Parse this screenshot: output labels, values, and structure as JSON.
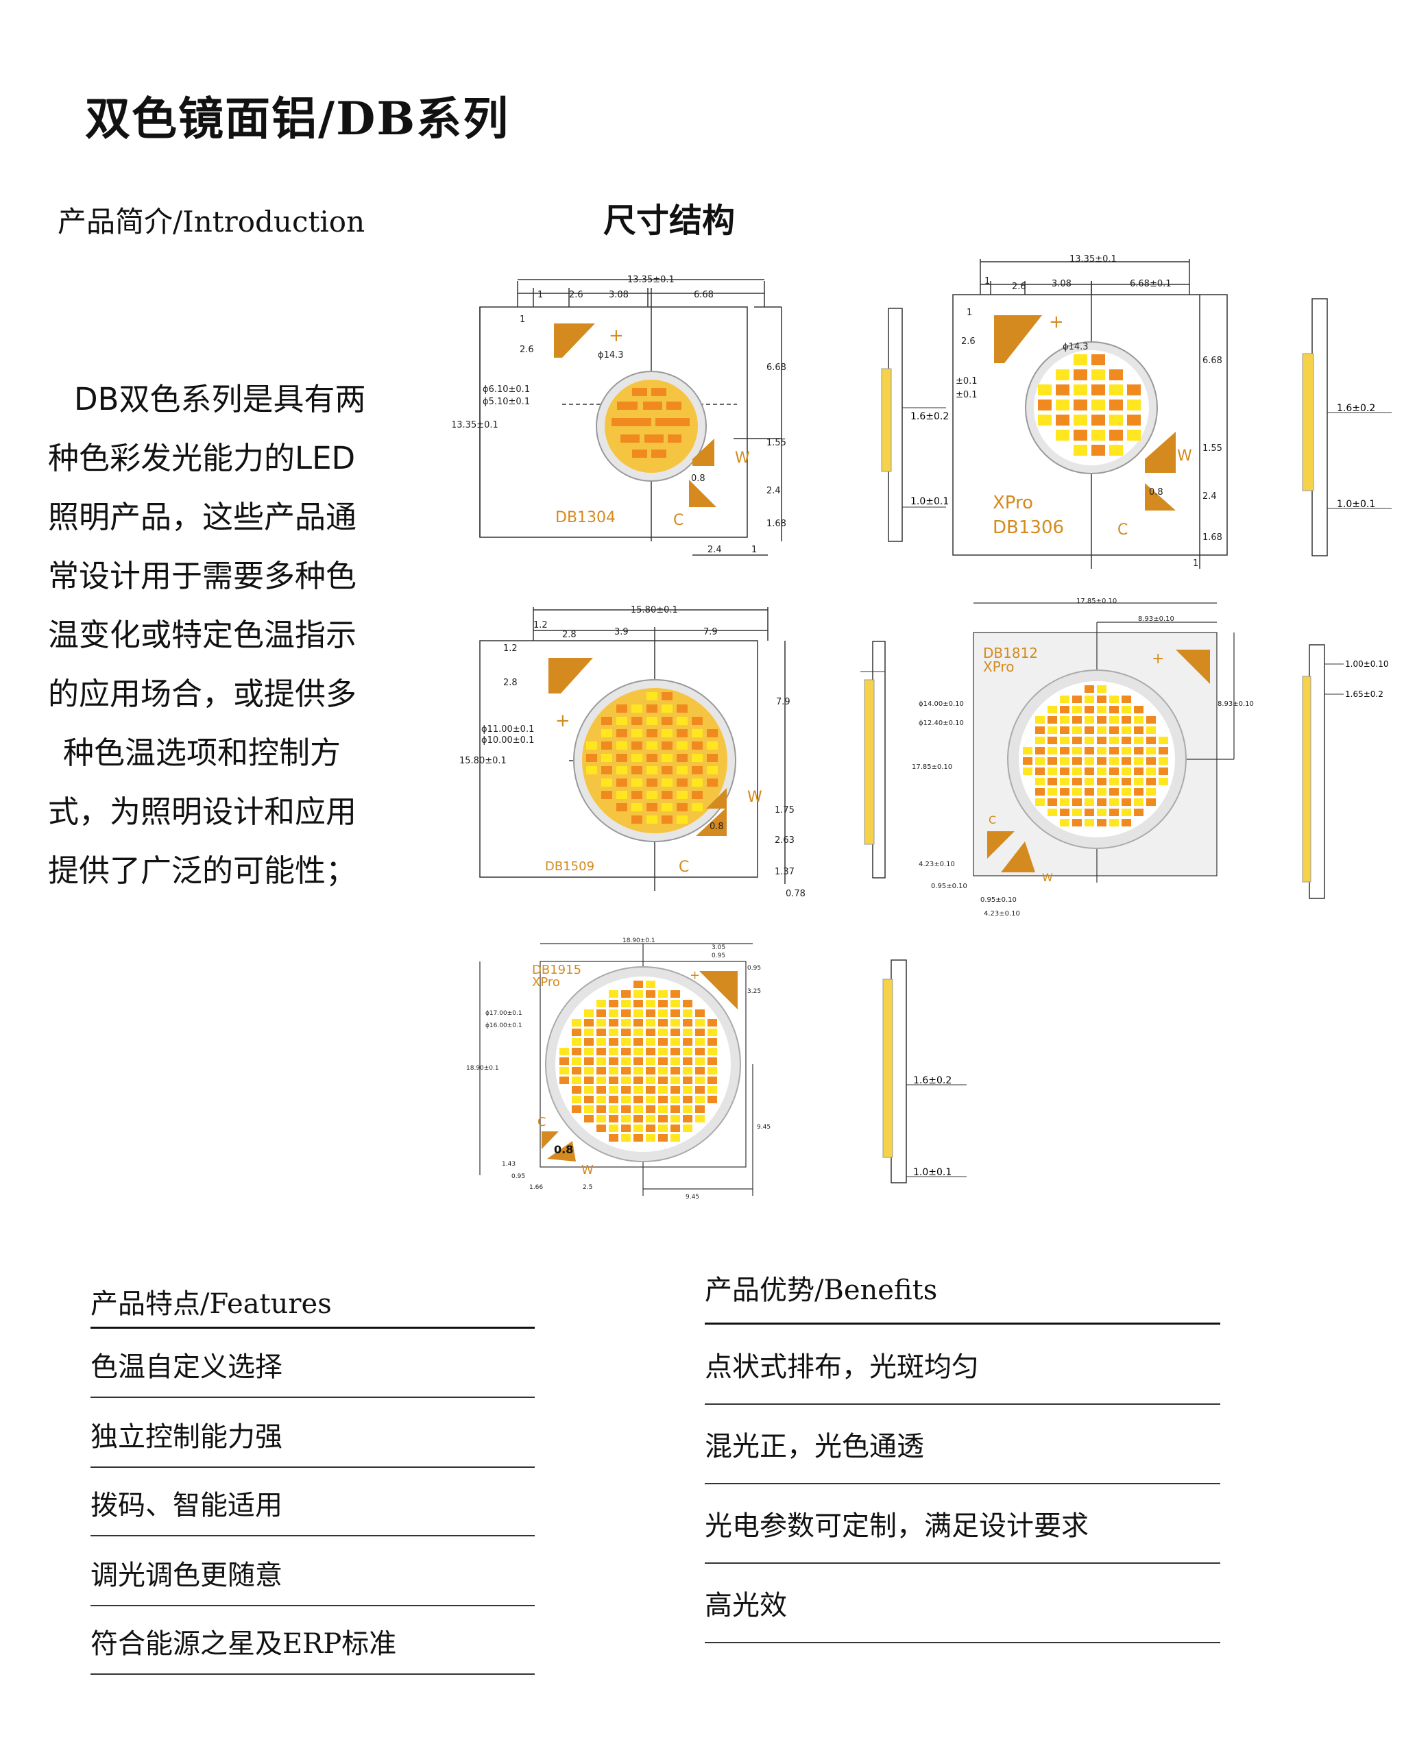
{
  "title": "双色镜面铝/DB系列",
  "intro": {
    "heading": "产品简介/Introduction",
    "lines": [
      "DB双色系列是具有两",
      "种色彩发光能力的LED",
      "照明产品，这些产品通",
      "常设计用于需要多种色",
      "温变化或特定色温指示",
      "的应用场合，或提供多",
      "种色温选项和控制方",
      "式，为照明设计和应用",
      "提供了广泛的可能性；"
    ]
  },
  "dimensions": {
    "heading": "尺寸结构",
    "db1304": {
      "model": "DB1304",
      "dims": [
        "13.35±0.1",
        "1",
        "2.6",
        "3.08",
        "6.68",
        "1",
        "2.6",
        "ϕ14.3",
        "ϕ6.10±0.1",
        "ϕ5.10±0.1",
        "13.35±0.1",
        "6.68",
        "1.55",
        "0.8",
        "2.4",
        "1.68",
        "2.4",
        "1"
      ],
      "side": [
        "1.6±0.2",
        "1.0±0.1"
      ],
      "w": "W",
      "c": "C",
      "plus": "+"
    },
    "db1306": {
      "series": "XPro",
      "model": "DB1306",
      "dims": [
        "13.35±0.1",
        "1",
        "2.6",
        "3.08",
        "6.68±0.1",
        "1",
        "2.6",
        "ϕ14.3",
        "±0.1",
        "±0.1",
        "6.68",
        "1.55",
        "0.8",
        "2.4",
        "1.68",
        "1"
      ],
      "side": [
        "1.6±0.2",
        "1.0±0.1"
      ],
      "w": "W",
      "c": "C",
      "plus": "+"
    },
    "db1509": {
      "model": "DB1509",
      "dims": [
        "15.80±0.1",
        "1.2",
        "2.8",
        "3.9",
        "7.9",
        "1.2",
        "2.8",
        "ϕ11.00±0.1",
        "ϕ10.00±0.1",
        "15.80±0.1",
        "7.9",
        "1.75",
        "0.8",
        "2.63",
        "1.37",
        "0.78"
      ],
      "w": "W",
      "c": "C",
      "plus": "+"
    },
    "db1812": {
      "model": "DB1812",
      "series": "XPro",
      "dims": [
        "17.85±0.10",
        "8.93±0.10",
        "8.93±0.10",
        "ϕ14.00±0.10",
        "ϕ12.40±0.10",
        "17.85±0.10",
        "4.23±0.10",
        "0.95±0.10",
        "0.95±0.10",
        "4.23±0.10"
      ],
      "side": [
        "1.00±0.10",
        "1.65±0.2"
      ],
      "w": "W",
      "c": "C",
      "plus": "+"
    },
    "db1915": {
      "model": "DB1915",
      "series": "XPro",
      "dims": [
        "18.90±0.1",
        "3.05",
        "0.95",
        "0.95",
        "3.25",
        "ϕ17.00±0.1",
        "ϕ16.00±0.1",
        "18.90±0.1",
        "9.45",
        "1.43",
        "0.95",
        "1.66",
        "2.5",
        "9.45",
        "0.8"
      ],
      "side": [
        "1.6±0.2",
        "1.0±0.1"
      ],
      "w": "W",
      "c": "C",
      "plus": "+"
    }
  },
  "features": {
    "heading": "产品特点/Features",
    "items": [
      "色温自定义选择",
      "独立控制能力强",
      "拨码、智能适用",
      "调光调色更随意",
      "符合能源之星及ERP标准"
    ]
  },
  "benefits": {
    "heading": "产品优势/Benefits",
    "items": [
      "点状式排布，光斑均匀",
      "混光正，光色通透",
      "光电参数可定制，满足设计要求",
      "高光效"
    ]
  },
  "colors": {
    "orange": "#D48A1E",
    "warm": "#F08A1E",
    "cool": "#FFE61E",
    "yellowFill": "#F5C542",
    "plate": "#EEEEEE"
  }
}
